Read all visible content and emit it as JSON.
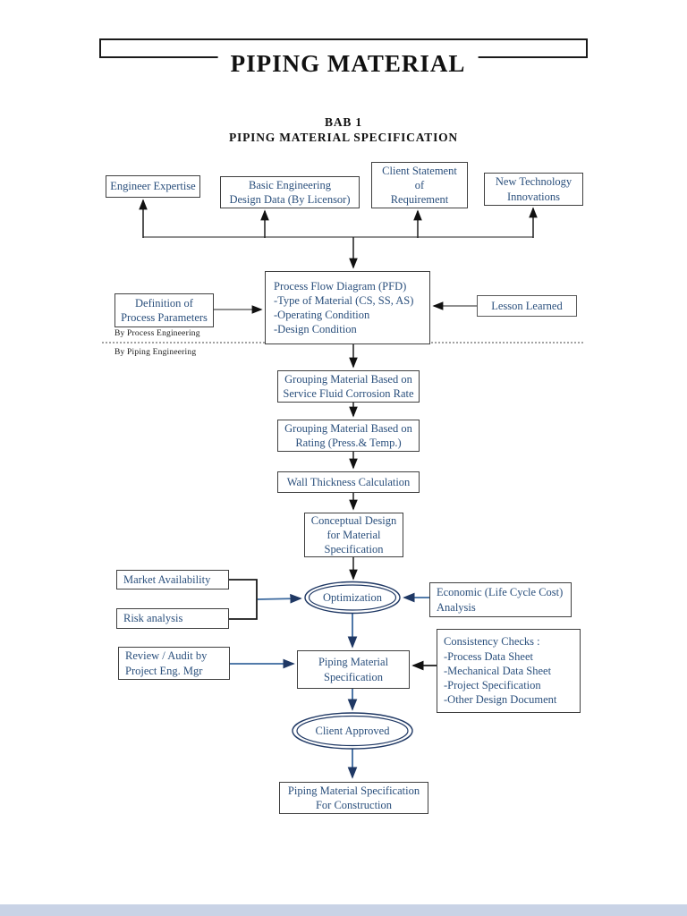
{
  "page": {
    "title": "PIPING MATERIAL",
    "subtitle_line1": "BAB 1",
    "subtitle_line2": "PIPING MATERIAL SPECIFICATION"
  },
  "annotations": {
    "by_process": "By Process Engineering",
    "by_piping": "By Piping Engineering"
  },
  "colors": {
    "box_text": "#2a4f7c",
    "box_border": "#3f3f3f",
    "black_line": "#2b2b2b",
    "gray_line": "#6b6b6b",
    "blue_line": "#3a689e",
    "navy": "#1f3864",
    "footer_bar": "#c9d3e6"
  },
  "nodes": {
    "engineer_expertise": {
      "lines": [
        "Engineer Expertise"
      ]
    },
    "basic_engineering": {
      "lines": [
        "Basic Engineering",
        "Design Data (By Licensor)"
      ]
    },
    "client_statement": {
      "lines": [
        "Client Statement",
        "of",
        "Requirement"
      ]
    },
    "new_technology": {
      "lines": [
        "New Technology",
        "Innovations"
      ]
    },
    "definition": {
      "lines": [
        "Definition of",
        "Process Parameters"
      ]
    },
    "pfd": {
      "lines": [
        "Process Flow Diagram (PFD)",
        "-Type of Material (CS, SS, AS)",
        "-Operating Condition",
        "-Design Condition"
      ]
    },
    "lesson_learned": {
      "lines": [
        "Lesson Learned"
      ]
    },
    "grouping_corrosion": {
      "lines": [
        "Grouping Material Based on",
        "Service Fluid Corrosion Rate"
      ]
    },
    "grouping_rating": {
      "lines": [
        "Grouping Material Based on",
        "Rating (Press.& Temp.)"
      ]
    },
    "wall_thickness": {
      "lines": [
        "Wall Thickness Calculation"
      ]
    },
    "conceptual_design": {
      "lines": [
        "Conceptual Design",
        "for Material",
        "Specification"
      ]
    },
    "market_availability": {
      "lines": [
        "Market Availability"
      ]
    },
    "risk_analysis": {
      "lines": [
        "Risk analysis"
      ]
    },
    "optimization": {
      "label": "Optimization"
    },
    "economic": {
      "lines": [
        "Economic (Life Cycle Cost)",
        "Analysis"
      ]
    },
    "review_audit": {
      "lines": [
        "Review / Audit by",
        "Project Eng. Mgr"
      ]
    },
    "piping_material_spec": {
      "lines": [
        "Piping Material",
        "Specification"
      ]
    },
    "consistency_checks": {
      "lines": [
        "Consistency Checks :",
        "-Process Data Sheet",
        "-Mechanical Data Sheet",
        "-Project Specification",
        "-Other Design Document"
      ]
    },
    "client_approved": {
      "label": "Client Approved"
    },
    "pms_construction": {
      "lines": [
        "Piping Material Specification",
        "For Construction"
      ]
    }
  }
}
